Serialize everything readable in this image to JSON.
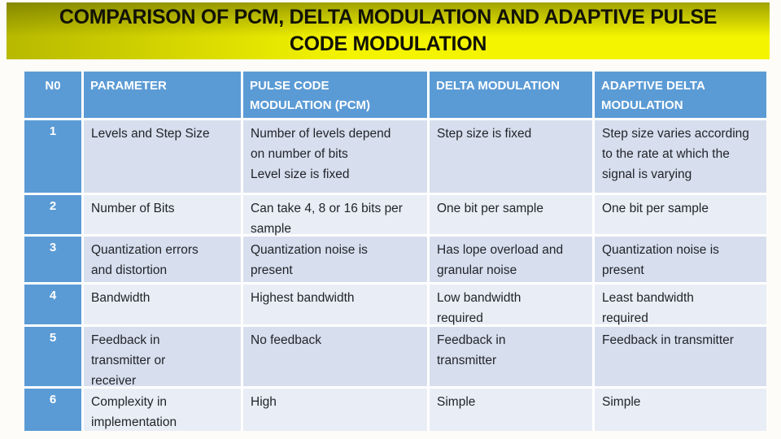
{
  "slide": {
    "title": "COMPARISON OF PCM, DELTA MODULATION AND ADAPTIVE PULSE\nCODE MODULATION"
  },
  "colors": {
    "title_gradient_dark": "#8d9200",
    "title_gradient_bright": "#f6f600",
    "header_blue": "#5b9bd5",
    "band_dark": "#d7dfee",
    "band_light": "#e9edf5",
    "header_text": "#ffffff",
    "body_text": "#22242a",
    "gridline": "#ffffff"
  },
  "table": {
    "headers": [
      "N0",
      "PARAMETER",
      "PULSE CODE\nMODULATION (PCM)",
      "DELTA MODULATION",
      "ADAPTIVE DELTA\nMODULATION"
    ],
    "rows": [
      {
        "no": "1",
        "parameter": "Levels and Step Size",
        "pcm": "Number of levels depend\non number of bits\nLevel size is fixed",
        "dm": "Step size is fixed",
        "adm": "Step size varies according\nto the rate at which the\nsignal is varying"
      },
      {
        "no": "2",
        "parameter": "Number of Bits",
        "pcm": "Can take 4, 8 or 16 bits per\nsample",
        "dm": "One bit per sample",
        "adm": "One bit per sample"
      },
      {
        "no": "3",
        "parameter": "Quantization errors\nand distortion",
        "pcm": "Quantization noise is\npresent",
        "dm": "Has lope overload and\ngranular noise",
        "adm": "Quantization noise is\npresent"
      },
      {
        "no": "4",
        "parameter": "Bandwidth",
        "pcm": "Highest bandwidth",
        "dm": "Low bandwidth\nrequired",
        "adm": "Least bandwidth\nrequired"
      },
      {
        "no": "5",
        "parameter": "Feedback in\ntransmitter or\nreceiver",
        "pcm": "No feedback",
        "dm": "Feedback in\ntransmitter",
        "adm": "Feedback in transmitter"
      },
      {
        "no": "6",
        "parameter": "Complexity in\nimplementation",
        "pcm": "High",
        "dm": "Simple",
        "adm": "Simple"
      }
    ]
  }
}
